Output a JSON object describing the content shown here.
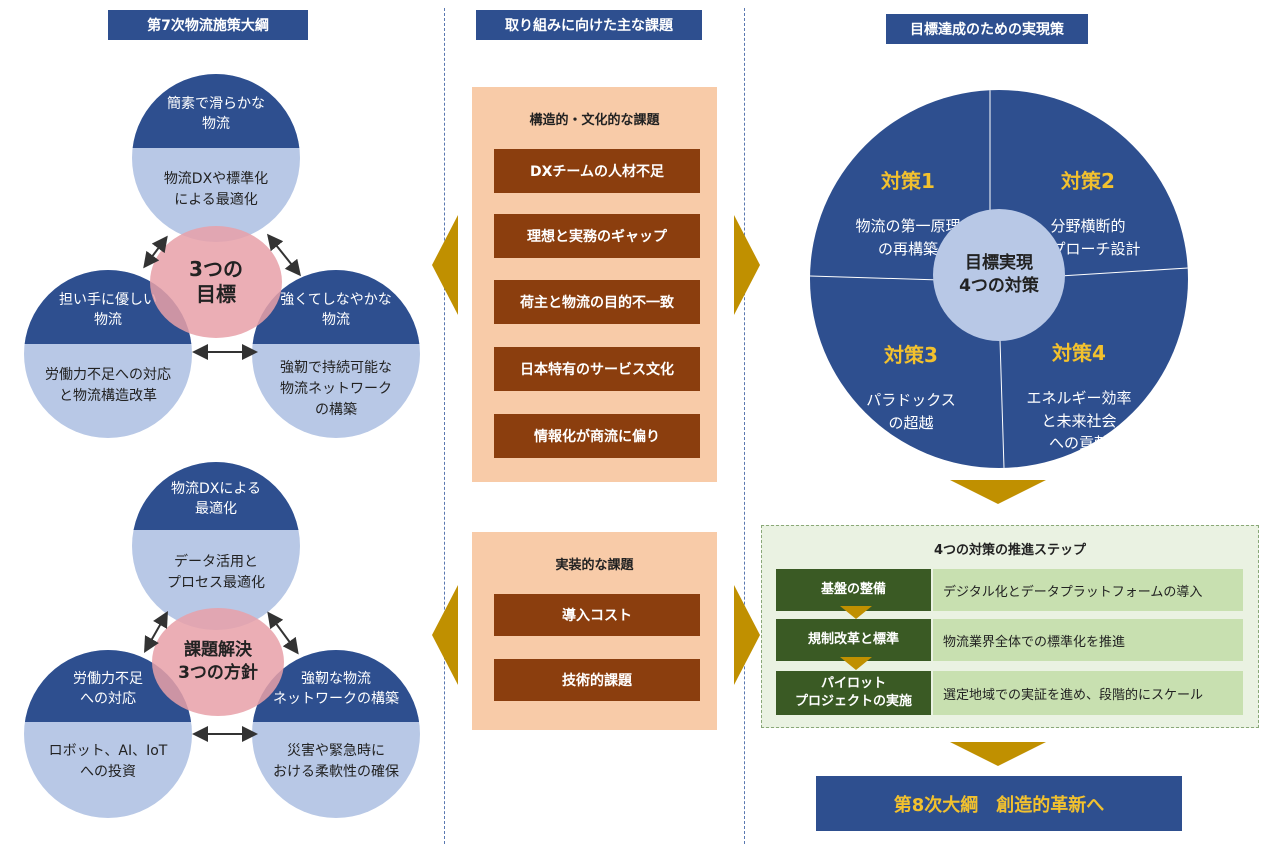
{
  "headers": {
    "left": "第7次物流施策大綱",
    "middle": "取り組みに向けた主な課題",
    "right": "目標達成のための実現策"
  },
  "venn_top": {
    "circles": [
      {
        "title": "簡素で滑らかな\n物流",
        "body": "物流DXや標準化\nによる最適化"
      },
      {
        "title": "担い手に優しい\n物流",
        "body": "労働力不足への対応\nと物流構造改革"
      },
      {
        "title": "強くてしなやかな\n物流",
        "body": "強靭で持続可能な\n物流ネットワーク\nの構築"
      }
    ],
    "center": "3つの\n目標"
  },
  "venn_bottom": {
    "circles": [
      {
        "title": "物流DXによる\n最適化",
        "body": "データ活用と\nプロセス最適化"
      },
      {
        "title": "労働力不足\nへの対応",
        "body": "ロボット、AI、IoT\nへの投資"
      },
      {
        "title": "強靭な物流\nネットワークの構築",
        "body": "災害や緊急時に\nおける柔軟性の確保"
      }
    ],
    "center": "課題解決\n3つの方針"
  },
  "structural_issues": {
    "title": "構造的・文化的な課題",
    "items": [
      "DXチームの人材不足",
      "理想と実務のギャップ",
      "荷主と物流の目的不一致",
      "日本特有のサービス文化",
      "情報化が商流に偏り"
    ]
  },
  "implementation_issues": {
    "title": "実装的な課題",
    "items": [
      "導入コスト",
      "技術的課題"
    ]
  },
  "measures": {
    "center": "目標実現\n4つの対策",
    "items": [
      {
        "num": "対策1",
        "text": "物流の第一原理\nの再構築"
      },
      {
        "num": "対策2",
        "text": "分野横断的\nアプローチ設計"
      },
      {
        "num": "対策3",
        "text": "パラドックス\nの超越"
      },
      {
        "num": "対策4",
        "text": "エネルギー効率\nと未来社会\nへの貢献"
      }
    ]
  },
  "steps": {
    "title": "4つの対策の推進ステップ",
    "items": [
      {
        "label": "基盤の整備",
        "desc": "デジタル化とデータプラットフォームの導入"
      },
      {
        "label": "規制改革と標準",
        "desc": "物流業界全体での標準化を推進"
      },
      {
        "label": "パイロット\nプロジェクトの実施",
        "desc": "選定地域での実証を進め、段階的にスケール"
      }
    ]
  },
  "final": "第8次大綱　創造的革新へ",
  "colors": {
    "navy": "#2e4f8f",
    "light_blue": "#b8c8e6",
    "pink": "#e8a0a8",
    "peach": "#f8cba8",
    "brown": "#8b3e0e",
    "gold": "#c09000",
    "yellow": "#f2c12e",
    "green_dark": "#3a5a24",
    "green_light": "#c8e0b0"
  }
}
